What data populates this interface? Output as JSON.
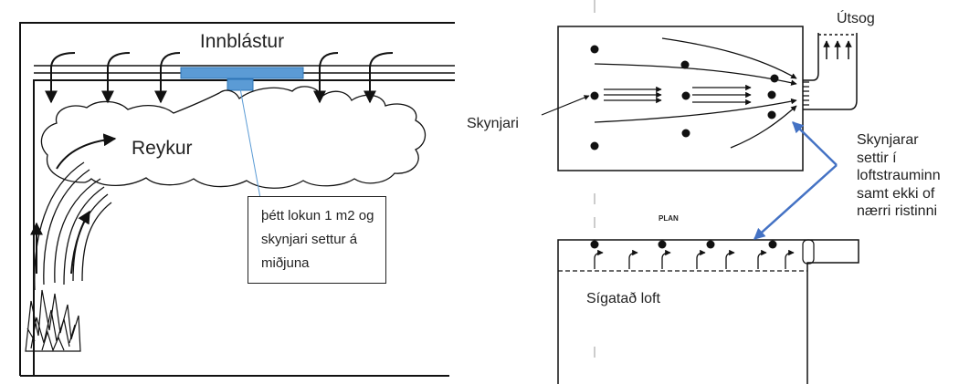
{
  "left_diagram": {
    "title_label": "Innblástur",
    "smoke_label": "Reykur",
    "callout_text": "þétt lokun 1 m2 og skynjari settur á miðjuna",
    "colors": {
      "ceiling_panel": "#5b9bd5",
      "panel_edge": "#2e75b6",
      "callout_line": "#5b9bd5"
    }
  },
  "right_diagram": {
    "exhaust_label": "Útsog",
    "sensor_label": "Skynjari",
    "sensors_note_lines": [
      "Skynjarar",
      "settir í",
      "loftstrauminn",
      "samt ekki of",
      "nærri ristinni"
    ],
    "plan_label": "PLAN",
    "dropped_ceiling_label": "Sígatað loft",
    "colors": {
      "pointer_arrow": "#4472c4"
    }
  }
}
